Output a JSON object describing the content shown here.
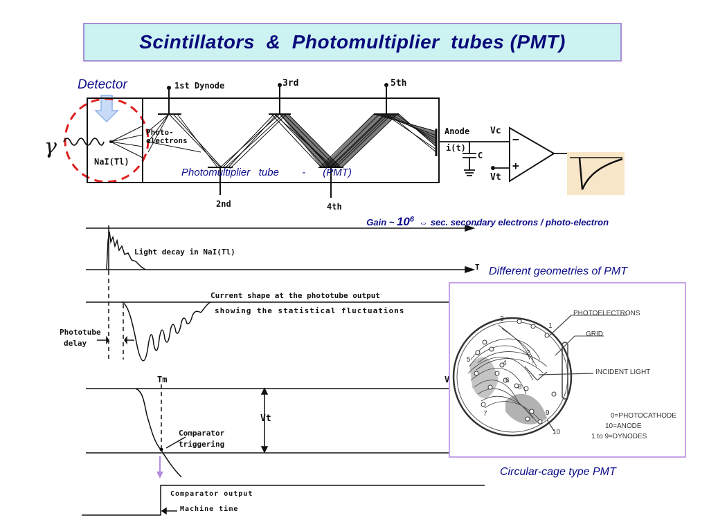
{
  "title": "Scintillators  &  Photomultiplier  tubes (PMT)",
  "detector_label": "Detector",
  "pmt": {
    "crystal": "NaI(Tl)",
    "photoelectrons": "Photo-\nelectrons",
    "dynode1": "1st Dynode",
    "dynode2": "2nd",
    "dynode3": "3rd",
    "dynode4": "4th",
    "dynode5": "5th",
    "anode": "Anode",
    "it": "i(t)",
    "c": "C",
    "vc": "Vc",
    "vt": "Vt",
    "minus": "−",
    "plus": "+",
    "caption": "Photomultiplier   tube        -      (PMT)",
    "gamma": "γ"
  },
  "gain": {
    "prefix": "Gain ~ ",
    "base": "10",
    "exp": "6",
    "suffix": "  ⇔ sec. secondary electrons / photo-electron"
  },
  "timing": {
    "light_decay": "Light decay in NaI(Tl)",
    "t_axis": "T",
    "current_line1": "Current shape at the phototube output",
    "current_line2": "showing the statistical fluctuations",
    "delay_line1": "Phototube",
    "delay_line2": "delay",
    "tm": "Tm",
    "vt": "Vt",
    "v": "V",
    "comp_line1": "Comparator",
    "comp_line2": "triggering",
    "comp_output": "Comparator output",
    "machine_time": "Machine time",
    "tick": "'"
  },
  "geometries_label": "Different geometries of PMT",
  "cage": {
    "photoelectrons": "PHOTOELECTRONS",
    "grid": "GRID",
    "incident_light": "INCIDENT LIGHT",
    "legend1": "0=PHOTOCATHODE",
    "legend2": "10=ANODE",
    "legend3": "1 to 9=DYNODES",
    "n1": "1",
    "n2": "2",
    "n3": "3",
    "n4": "4",
    "n5": "5",
    "n6": "6",
    "n7": "7",
    "n8": "8",
    "n9": "9",
    "n10": "10"
  },
  "cage_caption": "Circular-cage type PMT",
  "colors": {
    "title_bg": "#ccf2f2",
    "title_border": "#a68ed6",
    "title_text": "#0a0a7a",
    "dashed_circle": "#e02020",
    "arrow_fill": "#c9dcf7",
    "arrow_stroke": "#8fb0e8",
    "trigger_arrow": "#b48be0"
  }
}
